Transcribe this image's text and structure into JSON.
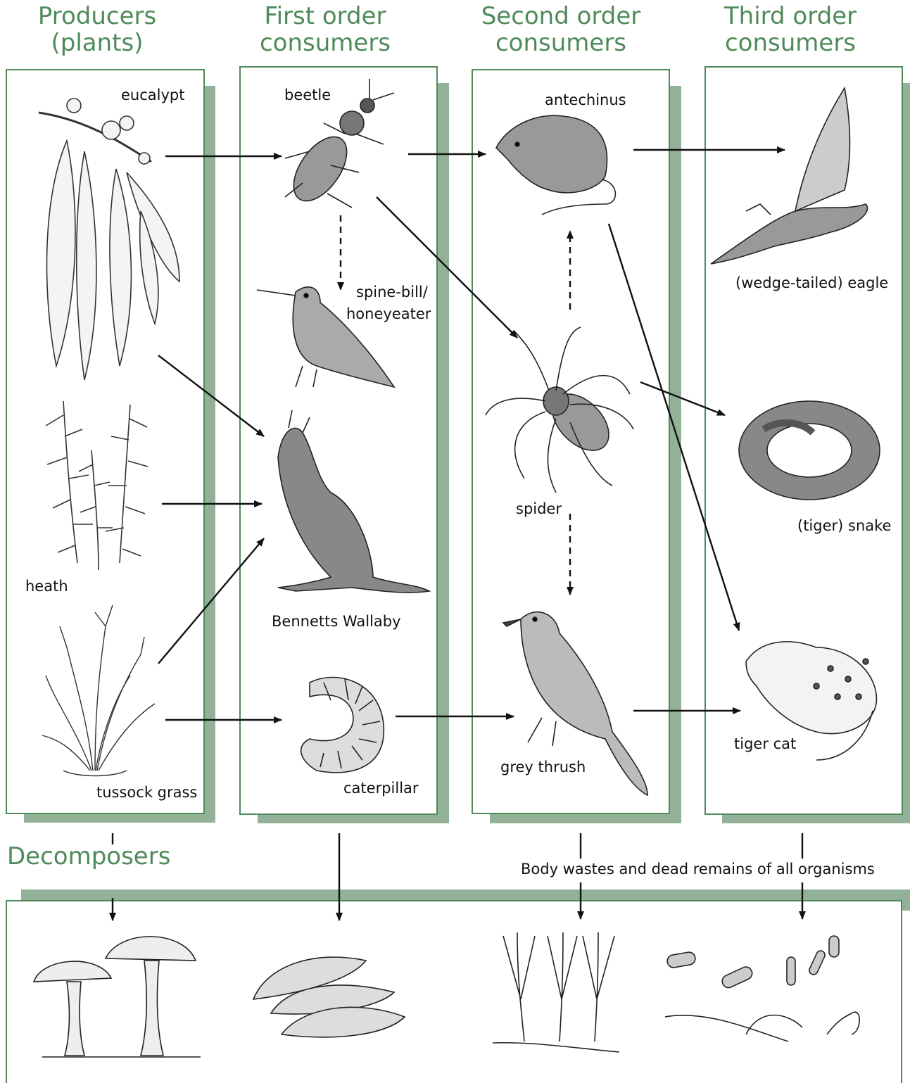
{
  "columns": {
    "producers": {
      "line1": "Producers",
      "line2": "(plants)"
    },
    "first": {
      "line1": "First order",
      "line2": "consumers"
    },
    "second": {
      "line1": "Second order",
      "line2": "consumers"
    },
    "third": {
      "line1": "Third order",
      "line2": "consumers"
    }
  },
  "labels": {
    "eucalypt": "eucalypt",
    "heath": "heath",
    "tussock": "tussock grass",
    "beetle": "beetle",
    "spinebill_1": "spine-bill/",
    "spinebill_2": "honeyeater",
    "wallaby": "Bennetts Wallaby",
    "caterpillar": "caterpillar",
    "antechinus": "antechinus",
    "spider": "spider",
    "thrush": "grey thrush",
    "eagle": "(wedge-tailed) eagle",
    "snake": "(tiger) snake",
    "tigercat": "tiger cat"
  },
  "decomposers": {
    "title": "Decomposers",
    "caption": "Body wastes and dead remains of all organisms"
  },
  "colors": {
    "accent": "#4f8a5a",
    "shadow": "#93b196"
  }
}
